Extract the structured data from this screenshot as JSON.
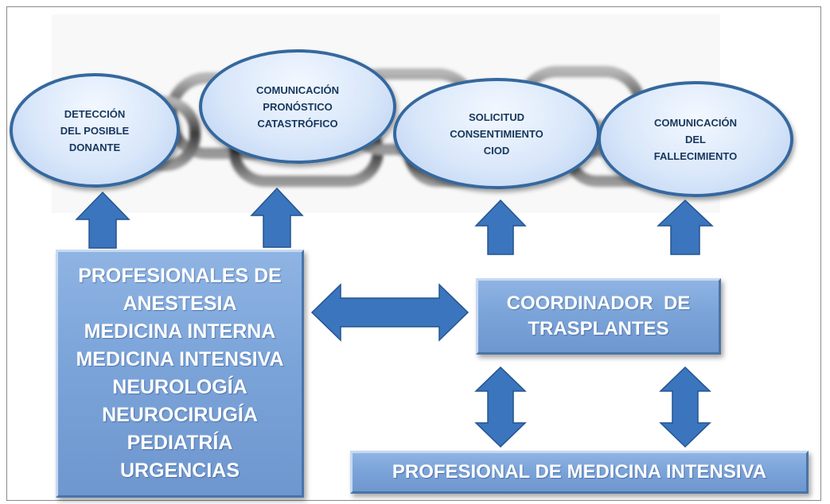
{
  "colors": {
    "ellipse_border": "#35689e",
    "ellipse_text": "#17375e",
    "box_fill": "#7ba4d9",
    "box_text": "#ffffff",
    "arrow_fill": "#3a75bd"
  },
  "ellipses": [
    {
      "label": "DETECCIÓN\nDEL POSIBLE\nDONANTE"
    },
    {
      "label": "COMUNICACIÓN\nPRONÓSTICO\nCATASTRÓFICO"
    },
    {
      "label": "SOLICITUD\nCONSENTIMIENTO\nCIOD"
    },
    {
      "label": "COMUNICACIÓN\nDEL\nFALLECIMIENTO"
    }
  ],
  "professionals_box": {
    "lines": [
      "PROFESIONALES DE",
      "ANESTESIA",
      "MEDICINA INTERNA",
      "MEDICINA INTENSIVA",
      "NEUROLOGÍA",
      "NEUROCIRUGÍA",
      "PEDIATRÍA",
      "URGENCIAS"
    ]
  },
  "coordinator_box": {
    "lines": [
      "COORDINADOR  DE",
      "TRASPLANTES"
    ]
  },
  "intensive_box": {
    "label": "PROFESIONAL DE MEDICINA INTENSIVA"
  }
}
